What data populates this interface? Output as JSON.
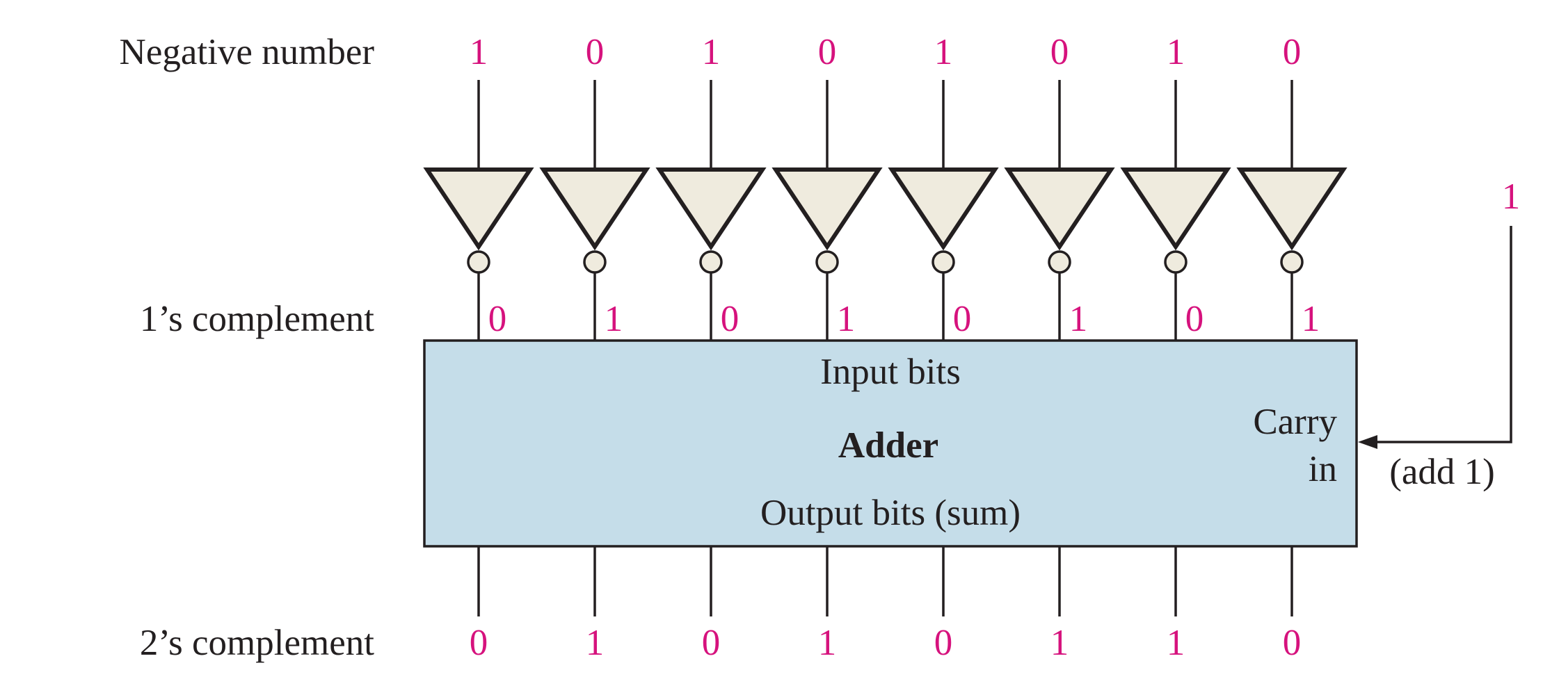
{
  "labels": {
    "negative_number": "Negative number",
    "ones_complement": "1’s complement",
    "twos_complement": "2’s complement"
  },
  "bits": {
    "negative_number": [
      "1",
      "0",
      "1",
      "0",
      "1",
      "0",
      "1",
      "0"
    ],
    "ones_complement": [
      "0",
      "1",
      "0",
      "1",
      "0",
      "1",
      "0",
      "1"
    ],
    "twos_complement": [
      "0",
      "1",
      "0",
      "1",
      "0",
      "1",
      "1",
      "0"
    ]
  },
  "carry": {
    "value": "1",
    "note": "(add 1)"
  },
  "adder": {
    "title": "Adder",
    "input_label": "Input bits",
    "output_label": "Output bits (sum)",
    "carry_label_line1": "Carry",
    "carry_label_line2": "in"
  },
  "colors": {
    "bit_text": "#d6127d",
    "adder_fill": "#c5dde9",
    "gate_fill": "#efebde",
    "ink": "#231f20"
  },
  "icons": {
    "gate": "inverter-gate-icon"
  }
}
